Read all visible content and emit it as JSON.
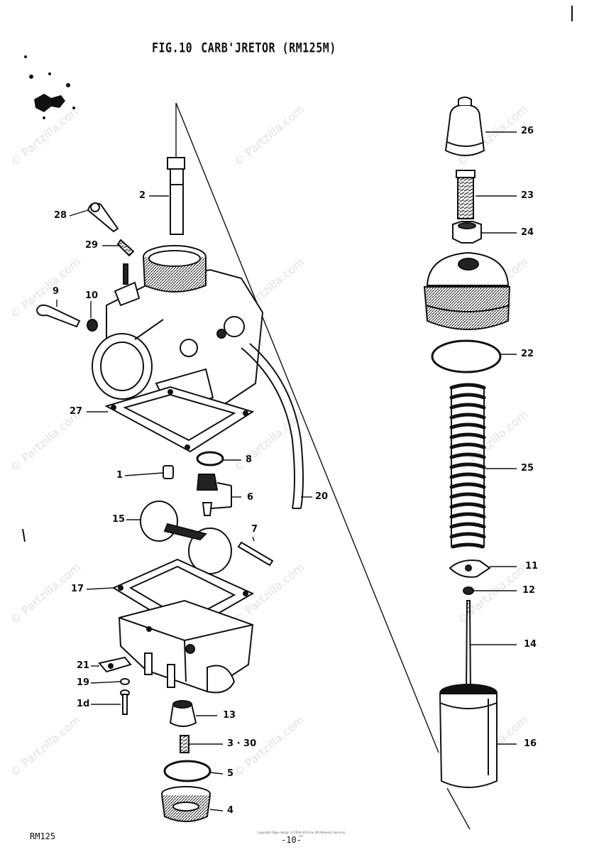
{
  "header": {
    "fig_label": "FIG.10",
    "title": "CARB'JRETOR (RM125M)"
  },
  "callouts": {
    "p26": "26",
    "p23": "23",
    "p24": "24",
    "p22": "22",
    "p25": "25",
    "p11": "11",
    "p12": "12",
    "p14": "14",
    "p16": "16",
    "p2": "2",
    "p28": "28",
    "p29": "29",
    "p9": "9",
    "p10": "10",
    "p27": "27",
    "p8": "8",
    "p1": "1",
    "p6": "6",
    "p20": "20",
    "p15": "15",
    "p7": "7",
    "p17": "17",
    "p21": "21",
    "p19": "19",
    "p18": "1d",
    "p13": "13",
    "p3": "3 · 30",
    "p5": "5",
    "p4": "4"
  },
  "footer": {
    "model": "RM125",
    "page": "-10-",
    "copyright": "Copyright Page design © 2004-2019 by ARI Network Services, Inc."
  },
  "watermark": "© Partzilla.com"
}
